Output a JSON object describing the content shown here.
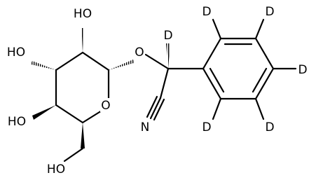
{
  "molecule": {
    "atom_labels": {
      "oh_top": "HO",
      "oh_left": "HO",
      "oh_lower_left": "HO",
      "oh_bottom": "HO",
      "ring_oxygen": "O",
      "glycosidic_oxygen": "O",
      "nitrile_nitrogen": "N",
      "d_alpha": "D",
      "d_ortho_top": "D",
      "d_meta_top": "D",
      "d_para": "D",
      "d_meta_bottom": "D",
      "d_ortho_bottom": "D"
    },
    "colors": {
      "bond": "#000000",
      "label": "#000000",
      "background": "#ffffff"
    }
  }
}
